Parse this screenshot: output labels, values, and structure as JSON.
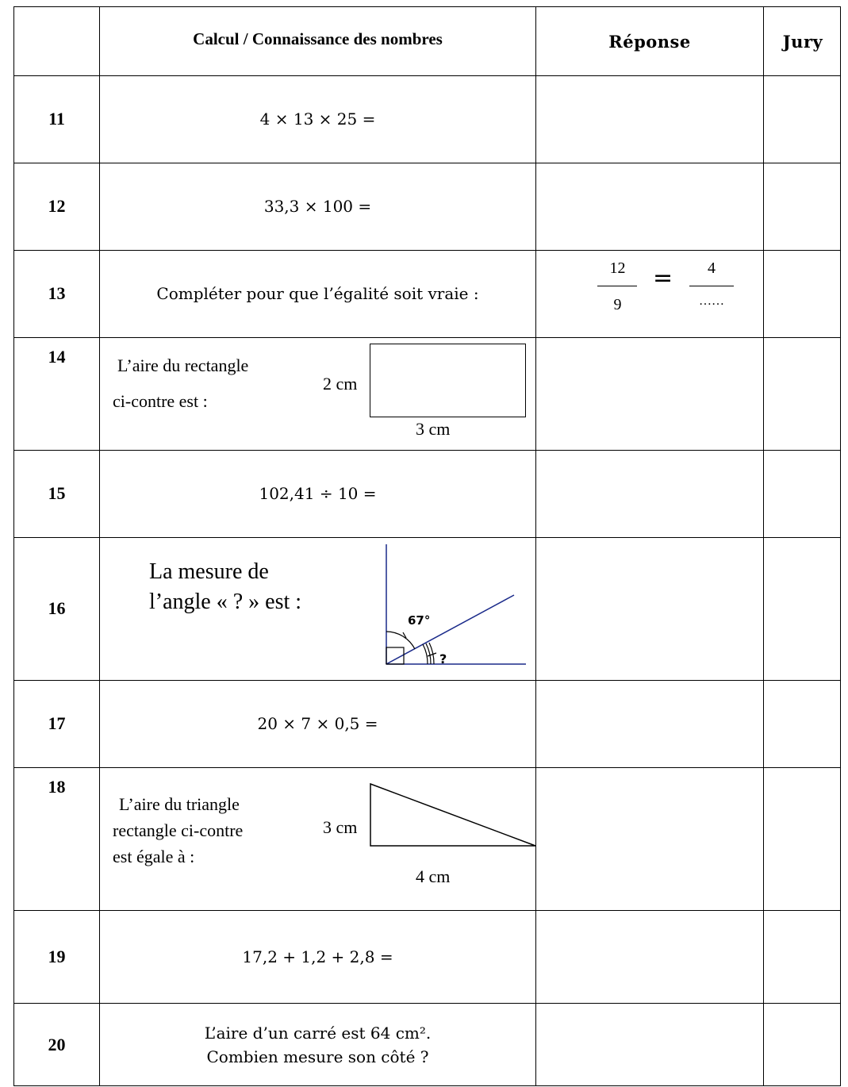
{
  "header": {
    "col_question": "Calcul / Connaissance des nombres",
    "col_answer": "Réponse",
    "col_jury": "Jury"
  },
  "rows": {
    "r11": {
      "num": "11",
      "text": "4 × 13 × 25 ="
    },
    "r12": {
      "num": "12",
      "text": "33,3 × 100 ="
    },
    "r13": {
      "num": "13",
      "text": "Compléter pour que l’égalité soit vraie :",
      "frac_left_num": "12",
      "frac_left_den": "9",
      "equals": "=",
      "frac_right_num": "4",
      "frac_right_den": "……"
    },
    "r14": {
      "num": "14",
      "line1": "L’aire du rectangle",
      "line2": "ci-contre est :",
      "height_label": "2 cm",
      "width_label": "3 cm"
    },
    "r15": {
      "num": "15",
      "text": "102,41 ÷ 10 ="
    },
    "r16": {
      "num": "16",
      "line1": "La mesure de",
      "line2": "l’angle « ? » est :",
      "angle_label": "67°",
      "unknown_label": "?"
    },
    "r17": {
      "num": "17",
      "text": "20 × 7 × 0,5 ="
    },
    "r18": {
      "num": "18",
      "line1": "L’aire du  triangle",
      "line2": "rectangle ci-contre",
      "line3": "est égale à  :",
      "height_label": "3 cm",
      "base_label": "4 cm"
    },
    "r19": {
      "num": "19",
      "text": "17,2 + 1,2 + 2,8 ="
    },
    "r20": {
      "num": "20",
      "line1": "L’aire d’un carré est 64 cm².",
      "line2": "Combien mesure son côté ?"
    }
  }
}
